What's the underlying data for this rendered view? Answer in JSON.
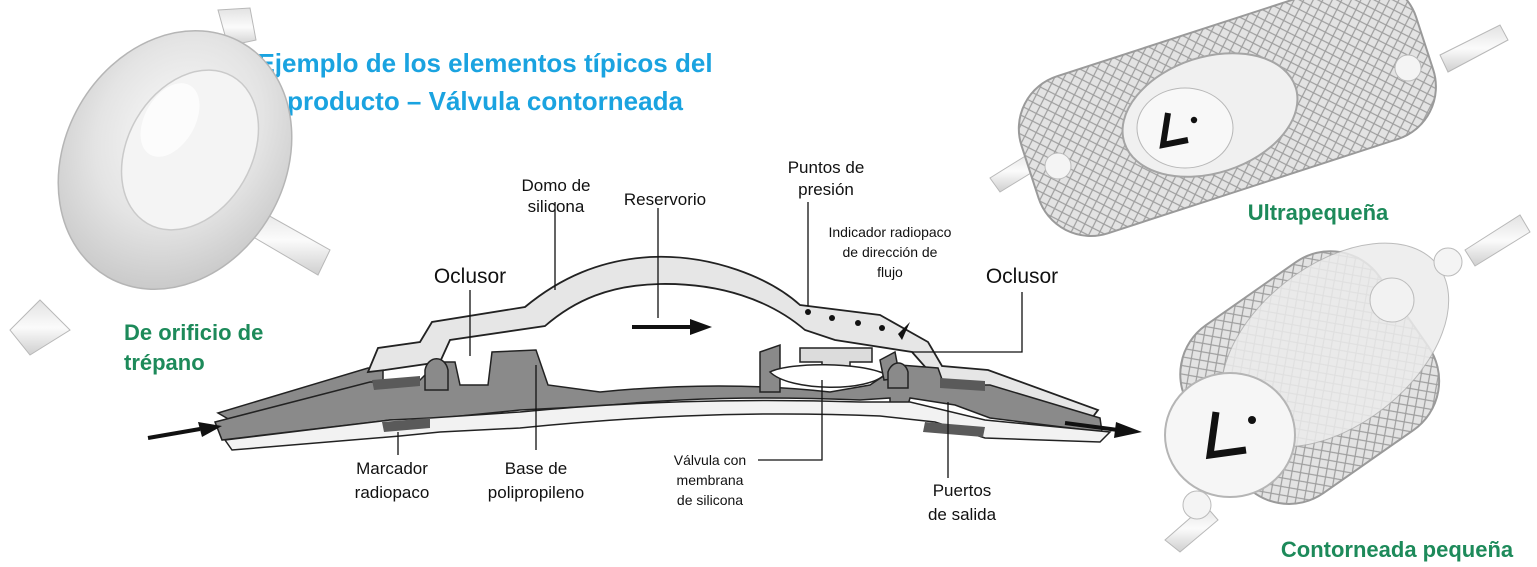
{
  "title": {
    "line1": "Ejemplo de los elementos típicos del",
    "line2": "producto – Válvula contorneada"
  },
  "variants": {
    "burr_hole": {
      "line1": "De orificio de",
      "line2": "trépano"
    },
    "ultra_small": "Ultrapequeña",
    "contoured_small": "Contorneada pequeña"
  },
  "labels": {
    "dome": {
      "line1": "Domo de",
      "line2": "silicona"
    },
    "reservoir": "Reservorio",
    "pressure_points": {
      "line1": "Puntos de",
      "line2": "presión"
    },
    "flow_indicator": {
      "line1": "Indicador radiopaco",
      "line2": "de dirección de",
      "line3": "flujo"
    },
    "occluder_left": "Oclusor",
    "occluder_right": "Oclusor",
    "marker": {
      "line1": "Marcador",
      "line2": "radiopaco"
    },
    "base": {
      "line1": "Base de",
      "line2": "polipropileno"
    },
    "valve": {
      "line1": "Válvula con",
      "line2": "membrana",
      "line3": "de silicona"
    },
    "outlet": {
      "line1": "Puertos",
      "line2": "de salida"
    }
  },
  "colors": {
    "title": "#1aa3e0",
    "variant_label": "#1d8a5a",
    "housing_dark": "#7a7a7a",
    "housing_light": "#e6e6e6"
  }
}
